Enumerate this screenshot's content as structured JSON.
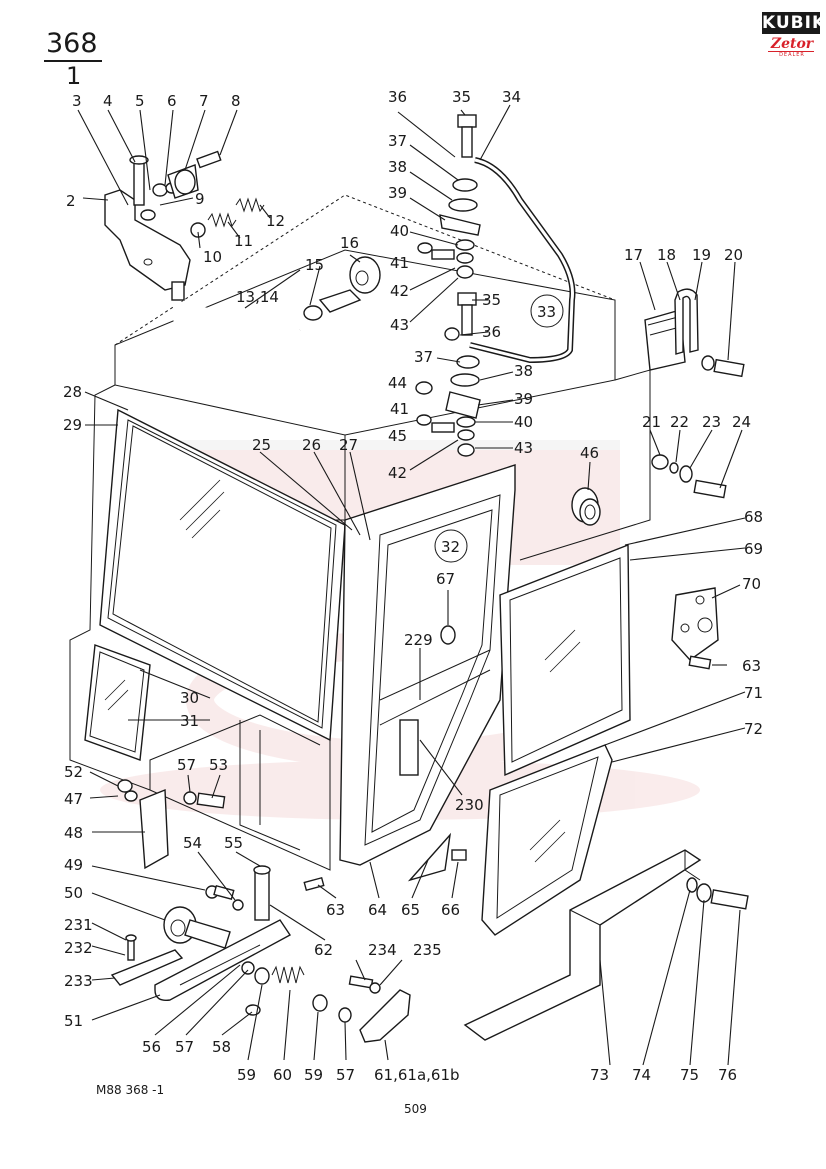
{
  "header": {
    "page_number": "368",
    "sub_number": "1"
  },
  "logo": {
    "main": "KUBIK",
    "sub": "Zetor",
    "dealer": "DEALER"
  },
  "footer": {
    "drawing_code": "M88  368 -1",
    "sheet_number": "509"
  },
  "watermark": {
    "text": "KUBIK",
    "color": "#e8a8a8"
  },
  "callouts": [
    "368",
    "1",
    "2",
    "3",
    "4",
    "5",
    "6",
    "7",
    "8",
    "9",
    "10",
    "11",
    "12",
    "13,14",
    "15",
    "16",
    "17",
    "18",
    "19",
    "20",
    "21",
    "22",
    "23",
    "24",
    "25",
    "26",
    "27",
    "28",
    "29",
    "30",
    "31",
    "32",
    "33",
    "34",
    "35",
    "36",
    "37",
    "38",
    "39",
    "40",
    "41",
    "42",
    "43",
    "44",
    "45",
    "46",
    "47",
    "48",
    "49",
    "50",
    "51",
    "52",
    "53",
    "54",
    "55",
    "56",
    "57",
    "58",
    "59",
    "60",
    "61,61a,61b",
    "62",
    "63",
    "64",
    "65",
    "66",
    "67",
    "68",
    "69",
    "70",
    "71",
    "72",
    "73",
    "74",
    "75",
    "76",
    "229",
    "230",
    "231",
    "232",
    "233",
    "234",
    "235"
  ],
  "labels": [
    {
      "id": "p2",
      "text": "2"
    },
    {
      "id": "p3",
      "text": "3"
    },
    {
      "id": "p4",
      "text": "4"
    },
    {
      "id": "p5",
      "text": "5"
    },
    {
      "id": "p6",
      "text": "6"
    },
    {
      "id": "p7",
      "text": "7"
    },
    {
      "id": "p8",
      "text": "8"
    },
    {
      "id": "p9",
      "text": "9"
    },
    {
      "id": "p10",
      "text": "10"
    },
    {
      "id": "p11",
      "text": "11"
    },
    {
      "id": "p12",
      "text": "12"
    },
    {
      "id": "p13",
      "text": "13,14"
    },
    {
      "id": "p15",
      "text": "15"
    },
    {
      "id": "p16",
      "text": "16"
    },
    {
      "id": "p17",
      "text": "17"
    },
    {
      "id": "p18",
      "text": "18"
    },
    {
      "id": "p19",
      "text": "19"
    },
    {
      "id": "p20",
      "text": "20"
    },
    {
      "id": "p21",
      "text": "21"
    },
    {
      "id": "p22",
      "text": "22"
    },
    {
      "id": "p23",
      "text": "23"
    },
    {
      "id": "p24",
      "text": "24"
    },
    {
      "id": "p25",
      "text": "25"
    },
    {
      "id": "p26",
      "text": "26"
    },
    {
      "id": "p27",
      "text": "27"
    },
    {
      "id": "p28",
      "text": "28"
    },
    {
      "id": "p29",
      "text": "29"
    },
    {
      "id": "p30",
      "text": "30"
    },
    {
      "id": "p31",
      "text": "31"
    },
    {
      "id": "p32",
      "text": "32"
    },
    {
      "id": "p33",
      "text": "33"
    },
    {
      "id": "p34",
      "text": "34"
    },
    {
      "id": "p35a",
      "text": "35"
    },
    {
      "id": "p35b",
      "text": "35"
    },
    {
      "id": "p36a",
      "text": "36"
    },
    {
      "id": "p36b",
      "text": "36"
    },
    {
      "id": "p37a",
      "text": "37"
    },
    {
      "id": "p37b",
      "text": "37"
    },
    {
      "id": "p38a",
      "text": "38"
    },
    {
      "id": "p38b",
      "text": "38"
    },
    {
      "id": "p39a",
      "text": "39"
    },
    {
      "id": "p39b",
      "text": "39"
    },
    {
      "id": "p40a",
      "text": "40"
    },
    {
      "id": "p40b",
      "text": "40"
    },
    {
      "id": "p41a",
      "text": "41"
    },
    {
      "id": "p41b",
      "text": "41"
    },
    {
      "id": "p42a",
      "text": "42"
    },
    {
      "id": "p42b",
      "text": "42"
    },
    {
      "id": "p43a",
      "text": "43"
    },
    {
      "id": "p43b",
      "text": "43"
    },
    {
      "id": "p44",
      "text": "44"
    },
    {
      "id": "p45",
      "text": "45"
    },
    {
      "id": "p46",
      "text": "46"
    },
    {
      "id": "p47",
      "text": "47"
    },
    {
      "id": "p48",
      "text": "48"
    },
    {
      "id": "p49",
      "text": "49"
    },
    {
      "id": "p50",
      "text": "50"
    },
    {
      "id": "p51",
      "text": "51"
    },
    {
      "id": "p52",
      "text": "52"
    },
    {
      "id": "p53",
      "text": "53"
    },
    {
      "id": "p54",
      "text": "54"
    },
    {
      "id": "p55",
      "text": "55"
    },
    {
      "id": "p56",
      "text": "56"
    },
    {
      "id": "p57a",
      "text": "57"
    },
    {
      "id": "p57b",
      "text": "57"
    },
    {
      "id": "p57c",
      "text": "57"
    },
    {
      "id": "p58",
      "text": "58"
    },
    {
      "id": "p59a",
      "text": "59"
    },
    {
      "id": "p59b",
      "text": "59"
    },
    {
      "id": "p60",
      "text": "60"
    },
    {
      "id": "p61",
      "text": "61,61a,61b"
    },
    {
      "id": "p62",
      "text": "62"
    },
    {
      "id": "p63a",
      "text": "63"
    },
    {
      "id": "p63b",
      "text": "63"
    },
    {
      "id": "p64",
      "text": "64"
    },
    {
      "id": "p65",
      "text": "65"
    },
    {
      "id": "p66",
      "text": "66"
    },
    {
      "id": "p67",
      "text": "67"
    },
    {
      "id": "p68",
      "text": "68"
    },
    {
      "id": "p69",
      "text": "69"
    },
    {
      "id": "p70",
      "text": "70"
    },
    {
      "id": "p71",
      "text": "71"
    },
    {
      "id": "p72",
      "text": "72"
    },
    {
      "id": "p73",
      "text": "73"
    },
    {
      "id": "p74",
      "text": "74"
    },
    {
      "id": "p75",
      "text": "75"
    },
    {
      "id": "p76",
      "text": "76"
    },
    {
      "id": "p229",
      "text": "229"
    },
    {
      "id": "p230",
      "text": "230"
    },
    {
      "id": "p231",
      "text": "231"
    },
    {
      "id": "p232",
      "text": "232"
    },
    {
      "id": "p233",
      "text": "233"
    },
    {
      "id": "p234",
      "text": "234"
    },
    {
      "id": "p235",
      "text": "235"
    }
  ]
}
